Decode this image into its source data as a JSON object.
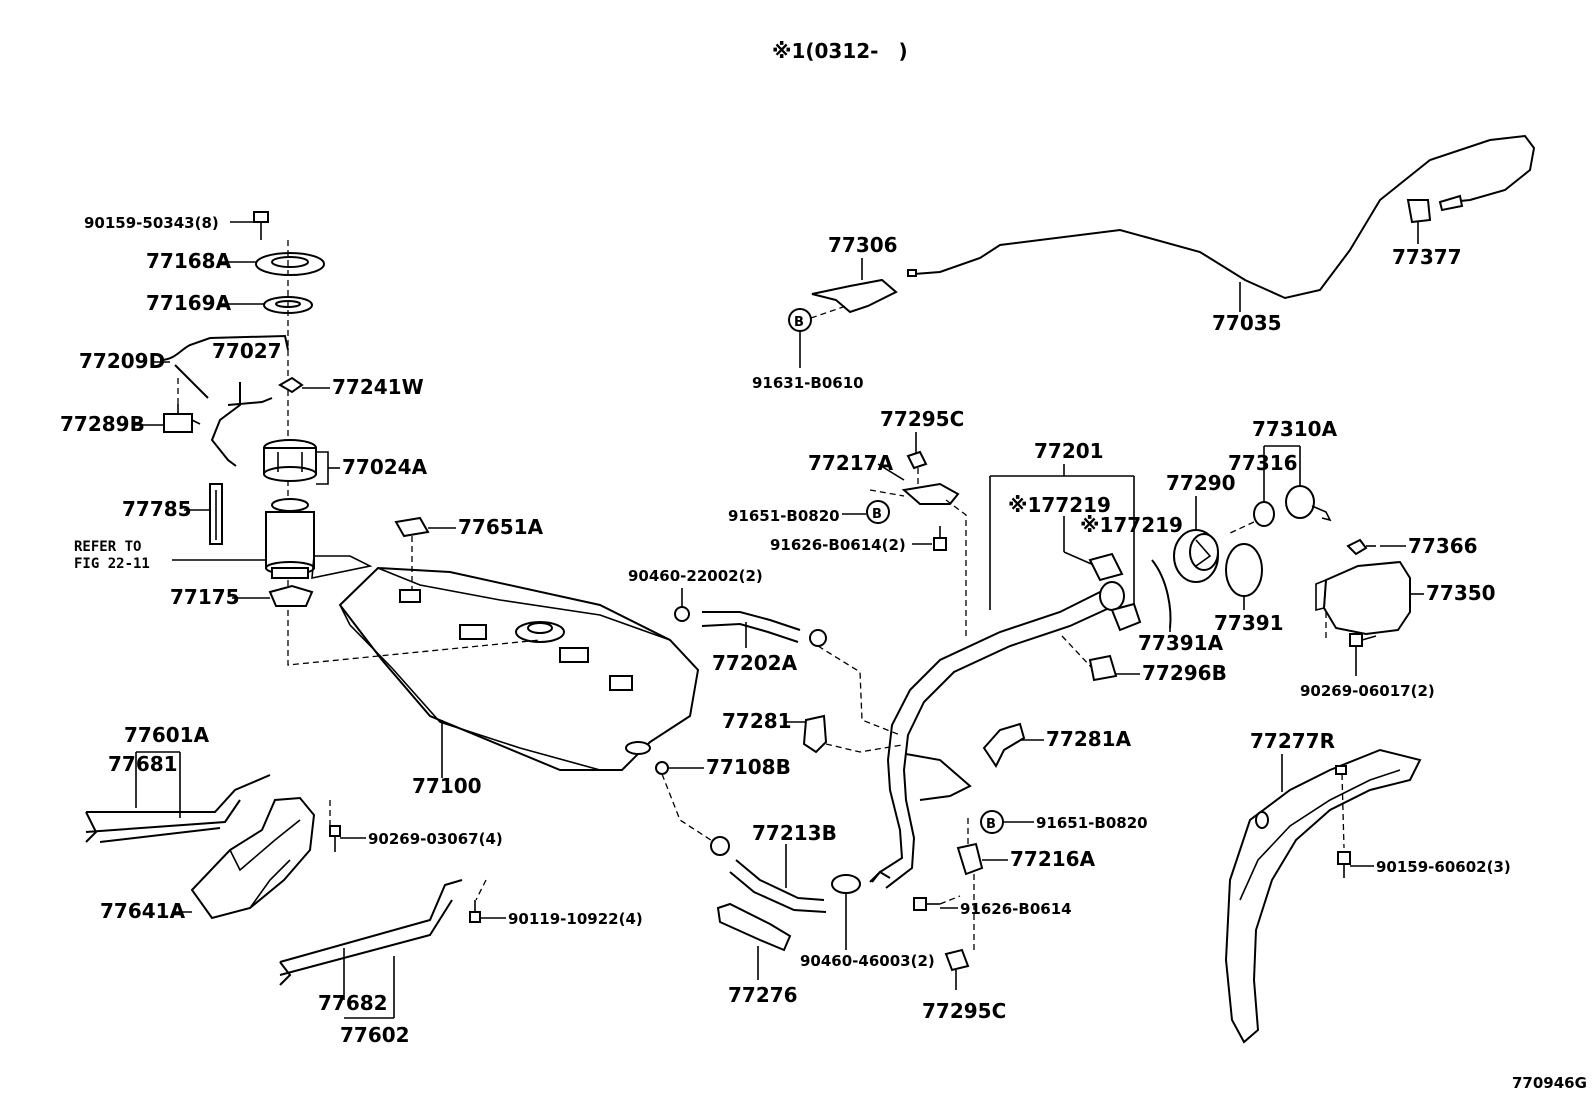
{
  "header": {
    "note": "※1(0312-　)"
  },
  "footer": {
    "code": "770946G"
  },
  "refer": {
    "line1": "REFER TO",
    "line2": "FIG 22-11"
  },
  "parts": {
    "p90159_50343": "90159-50343(8)",
    "p77168A": "77168A",
    "p77169A": "77169A",
    "p77209D": "77209D",
    "p77027": "77027",
    "p77241W": "77241W",
    "p77289B": "77289B",
    "p77024A": "77024A",
    "p77785": "77785",
    "p77651A": "77651A",
    "p77175": "77175",
    "p77100": "77100",
    "p77601A": "77601A",
    "p77681": "77681",
    "p90269_03067": "90269-03067(4)",
    "p77641A": "77641A",
    "p90119_10922": "90119-10922(4)",
    "p77682": "77682",
    "p77602": "77602",
    "p90460_22002": "90460-22002(2)",
    "p77202A": "77202A",
    "p77108B": "77108B",
    "p77213B": "77213B",
    "p77276": "77276",
    "p90460_46003": "90460-46003(2)",
    "p77306": "77306",
    "p91631_B0610": "91631-B0610",
    "p77295C_top": "77295C",
    "p77217A": "77217A",
    "p91651_B0820_top": "91651-B0820",
    "p91626_B0614_2": "91626-B0614(2)",
    "p77281": "77281",
    "p77281A": "77281A",
    "p91651_B0820_bot": "91651-B0820",
    "p77216A": "77216A",
    "p91626_B0614": "91626-B0614",
    "p77295C_bot": "77295C",
    "p77201": "77201",
    "p77219_a": "※177219",
    "p77219_b": "※177219",
    "p77296B": "77296B",
    "p77290": "77290",
    "p77316": "77316",
    "p77310A": "77310A",
    "p77391A": "77391A",
    "p77391": "77391",
    "p77366": "77366",
    "p77350": "77350",
    "p90269_06017": "90269-06017(2)",
    "p77035": "77035",
    "p77377": "77377",
    "p77277R": "77277R",
    "p90159_60602": "90159-60602(3)"
  },
  "markers": {
    "b1": "B",
    "b2": "B",
    "b3": "B"
  }
}
